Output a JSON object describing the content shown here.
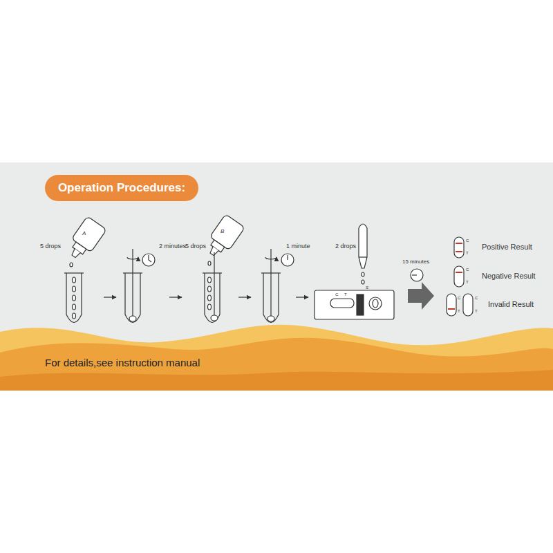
{
  "diagram": {
    "title": "Operation Procedures:",
    "labels": [
      "5 drops",
      "A",
      "2 minutes",
      "5 drops",
      "B",
      "1 minute",
      "2 drops",
      "C",
      "T",
      "S",
      "15 minutes",
      "C",
      "T",
      "Positive Result",
      "C",
      "T",
      "Negative Result",
      "C",
      "T",
      "C",
      "T",
      "Invalid Result",
      "For details,see instruction manual"
    ]
  }
}
